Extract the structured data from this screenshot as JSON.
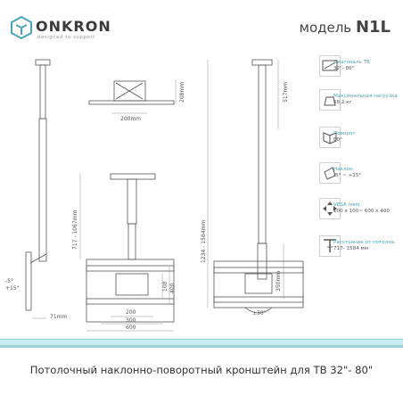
{
  "brand": {
    "name": "ONKRON",
    "tagline": "designed to support"
  },
  "model": {
    "prefix": "модель",
    "number": "N1L"
  },
  "dimensions": {
    "top_width": "200mm",
    "top_depth": "208mm",
    "side_depth": "517mm",
    "tilt": "-5°",
    "tilt_plus": "+15°",
    "drop": "717 - 1067mm",
    "drop_large": "1234 - 1584mm",
    "bottom_gap": "71mm",
    "vesa_200": "200",
    "vesa_300": "300",
    "vesa_600": "600",
    "vesa_100": "100",
    "vesa_400": "400",
    "side_350": "350mm",
    "rotation": "±30°"
  },
  "specs": [
    {
      "title": "Диагональ ТВ",
      "value": "32\"- 80\"",
      "icon": "tv-diagonal-icon"
    },
    {
      "title": "Максимальная нагрузка",
      "value": "68,2 кг",
      "icon": "load-weight-icon"
    },
    {
      "title": "Поворот",
      "value": "60°",
      "icon": "swivel-icon"
    },
    {
      "title": "Наклон",
      "value": "-5° ~ +15°",
      "icon": "tilt-icon"
    },
    {
      "title": "VESA (мм)",
      "value": "100 x 100~ 600 x 400",
      "icon": "vesa-icon"
    },
    {
      "title": "Расстояние от потолка,",
      "value": "717- 1584 мм",
      "icon": "ceiling-distance-icon"
    }
  ],
  "caption": "Потолочный наклонно-поворотный кронштейн для ТВ 32\"- 80\"",
  "colors": {
    "accent": "#4aa5b8",
    "band": "#9ad3d8",
    "line": "#555555"
  }
}
